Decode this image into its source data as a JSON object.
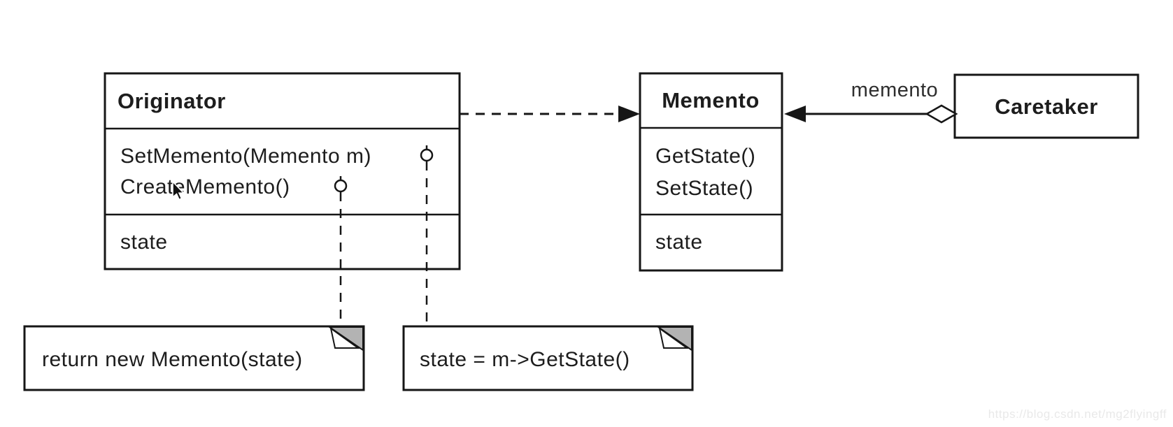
{
  "diagram": {
    "title": "Memento pattern UML class diagram",
    "classes": {
      "originator": {
        "name": "Originator",
        "methods": [
          "SetMemento(Memento m)",
          "CreateMemento()"
        ],
        "attributes": [
          "state"
        ]
      },
      "memento": {
        "name": "Memento",
        "methods": [
          "GetState()",
          "SetState()"
        ],
        "attributes": [
          "state"
        ]
      },
      "caretaker": {
        "name": "Caretaker"
      }
    },
    "relations": {
      "dependency": {
        "from": "Originator",
        "to": "Memento",
        "style": "dashed-arrow"
      },
      "aggregation": {
        "from": "Caretaker",
        "to": "Memento",
        "label": "memento"
      }
    },
    "notes": [
      {
        "text": "return new Memento(state)",
        "attached_to": "CreateMemento()"
      },
      {
        "text": "state = m->GetState()",
        "attached_to": "SetMemento(Memento m)"
      }
    ],
    "watermark": "https://blog.csdn.net/mg2flyingff",
    "colors": {
      "line": "#161616",
      "note_fold": "#b3b3b3",
      "watermark": "#e9e9e9",
      "background": "#ffffff"
    }
  }
}
